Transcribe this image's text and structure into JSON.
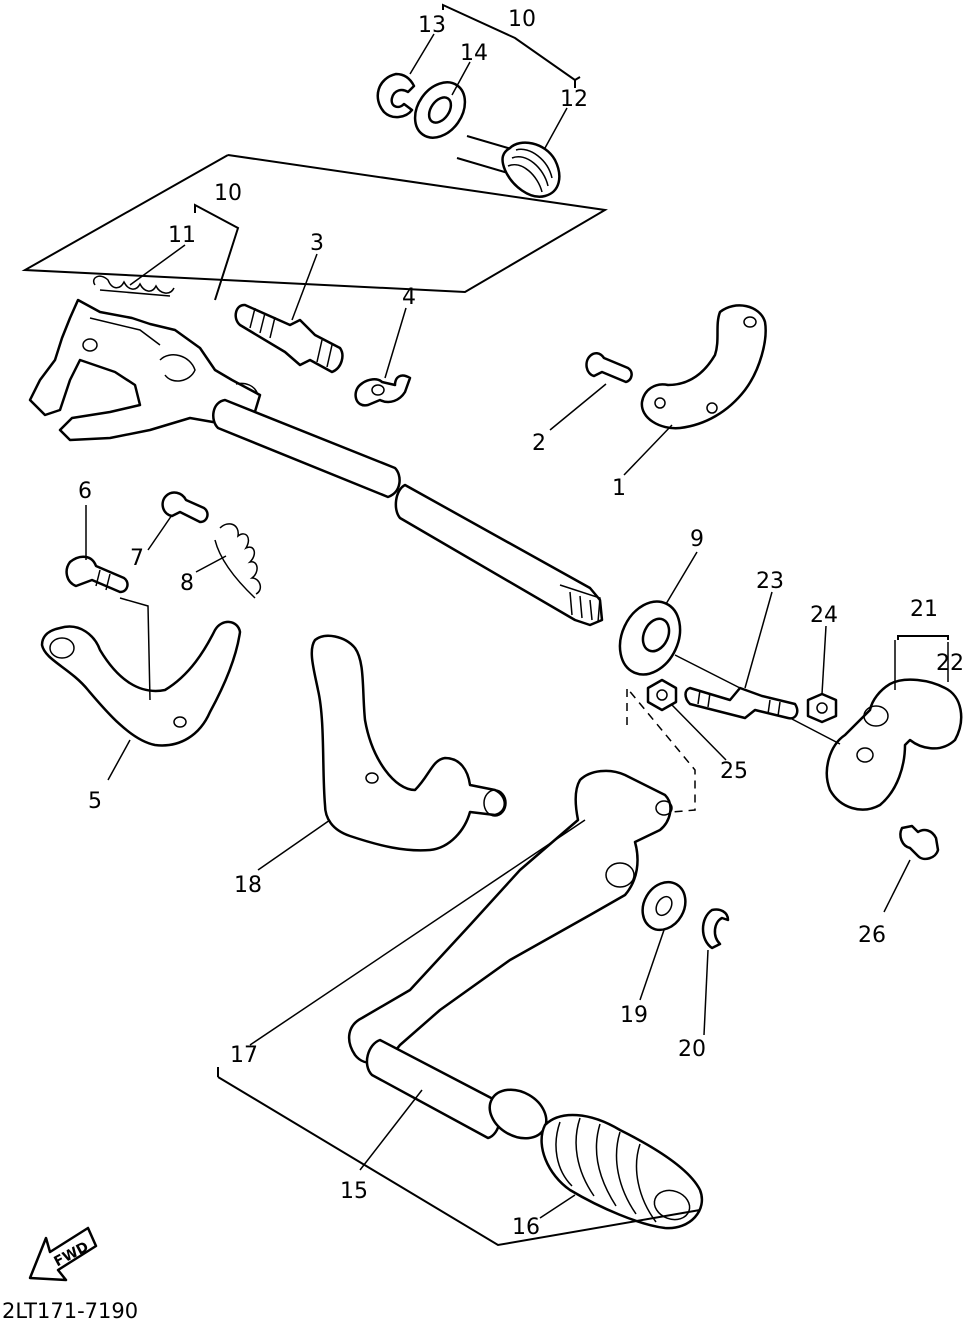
{
  "callouts": {
    "c1": "1",
    "c2": "2",
    "c3": "3",
    "c4": "4",
    "c5": "5",
    "c6": "6",
    "c7": "7",
    "c8": "8",
    "c9": "9",
    "c10a": "10",
    "c10b": "10",
    "c11": "11",
    "c12": "12",
    "c13": "13",
    "c14": "14",
    "c15": "15",
    "c16": "16",
    "c17": "17",
    "c18": "18",
    "c19": "19",
    "c20": "20",
    "c21": "21",
    "c22": "22",
    "c23": "23",
    "c24": "24",
    "c25": "25",
    "c26": "26"
  },
  "fwd_label": "FWD",
  "diagram_code": "2LT171-7190"
}
